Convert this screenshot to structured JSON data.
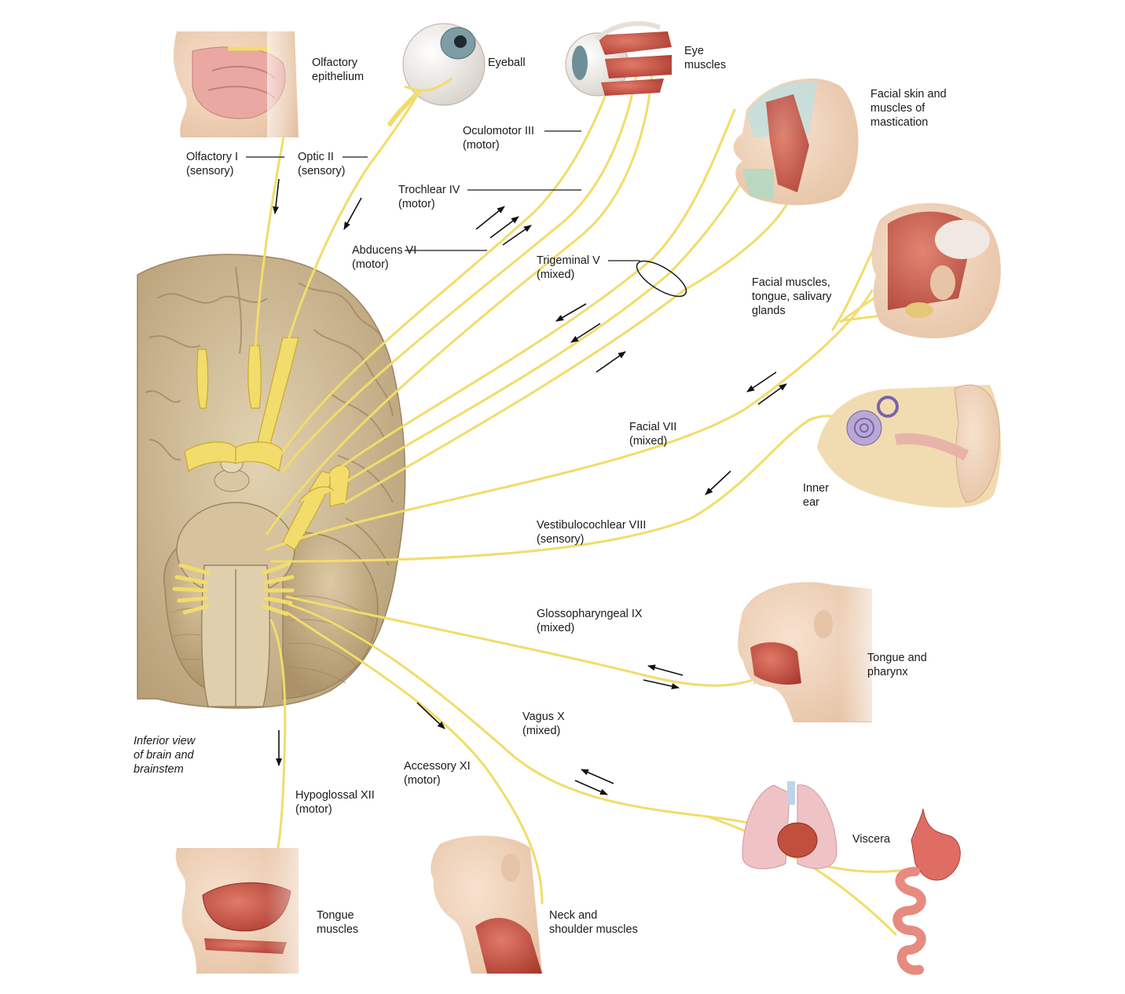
{
  "colors": {
    "nerve": "#f2dc6b",
    "nerve_dark": "#d9bd3c",
    "brain": "#cdb893",
    "brain_dark": "#a88e66",
    "muscle": "#c9564a",
    "skin": "#f1d6bf",
    "lung": "#efc3c6",
    "ink": "#1a1a1a"
  },
  "labels": {
    "olfactory_epithelium": [
      "Olfactory",
      "epithelium"
    ],
    "eyeball": [
      "Eyeball"
    ],
    "eye_muscles": [
      "Eye",
      "muscles"
    ],
    "facial_skin": [
      "Facial skin and",
      "muscles of",
      "mastication"
    ],
    "olfactory_nerve": [
      "Olfactory I",
      "(sensory)"
    ],
    "optic_nerve": [
      "Optic II",
      "(sensory)"
    ],
    "oculomotor_nerve": [
      "Oculomotor III",
      "(motor)"
    ],
    "trochlear_nerve": [
      "Trochlear IV",
      "(motor)"
    ],
    "abducens_nerve": [
      "Abducens VI",
      "(motor)"
    ],
    "trigeminal_nerve": [
      "Trigeminal V",
      "(mixed)"
    ],
    "facial_muscles": [
      "Facial muscles,",
      "tongue, salivary",
      "glands"
    ],
    "facial_nerve": [
      "Facial VII",
      "(mixed)"
    ],
    "inner_ear": [
      "Inner",
      "ear"
    ],
    "vestibulocochlear_nerve": [
      "Vestibulocochlear VIII",
      "(sensory)"
    ],
    "glossopharyngeal_nerve": [
      "Glossopharyngeal IX",
      "(mixed)"
    ],
    "tongue_pharynx": [
      "Tongue and",
      "pharynx"
    ],
    "vagus_nerve": [
      "Vagus X",
      "(mixed)"
    ],
    "accessory_nerve": [
      "Accessory XI",
      "(motor)"
    ],
    "viscera": [
      "Viscera"
    ],
    "inferior_view": [
      "Inferior view",
      "of brain and",
      "brainstem"
    ],
    "hypoglossal_nerve": [
      "Hypoglossal XII",
      "(motor)"
    ],
    "tongue_muscles": [
      "Tongue",
      "muscles"
    ],
    "neck_shoulder": [
      "Neck and",
      "shoulder muscles"
    ]
  },
  "icons": [
    "brain-icon",
    "nose-icon",
    "eyeball-icon",
    "eye-muscles-icon",
    "head-icon",
    "ear-icon",
    "lungs-icon",
    "stomach-icon",
    "tongue-icon",
    "arrow-icon"
  ]
}
